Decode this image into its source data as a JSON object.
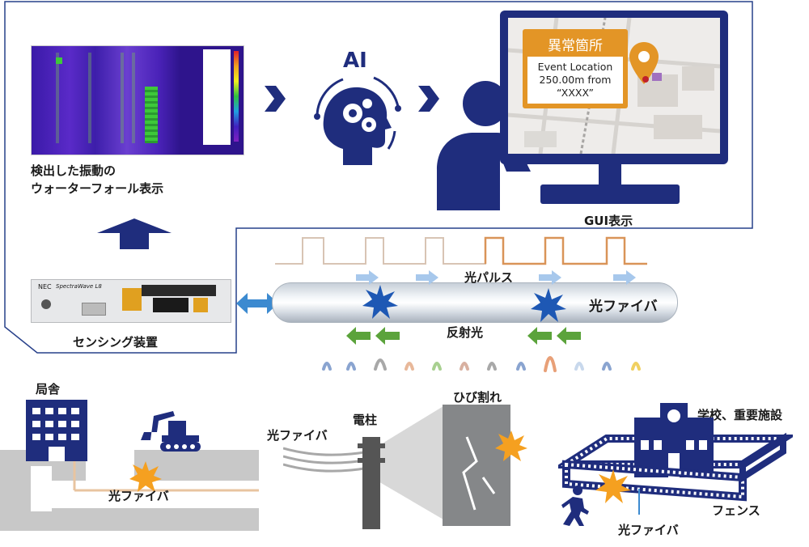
{
  "labels": {
    "waterfall": [
      "検出した振動の",
      "ウォーターフォール表示"
    ],
    "ai": "AI",
    "gui": "GUI表示",
    "sensing_device": "センシング装置",
    "optical_pulse": "光パルス",
    "optical_fiber_tube": "光ファイバ",
    "reflected_light": "反射光",
    "station": "局舎",
    "fiber_underground": "光ファイバ",
    "fiber_cable": "光ファイバ",
    "utility_pole": "電柱",
    "crack": "ひび割れ",
    "school": "学校、重要施設",
    "fence": "フェンス",
    "fiber_fence": "光ファイバ"
  },
  "callout": {
    "title": "異常箇所",
    "line1": "Event Location",
    "line2": "250.00m from",
    "line3": "“XXXX”"
  },
  "device": {
    "brand": "NEC",
    "model": "SpectraWave L8"
  },
  "colors": {
    "navy": "#1f2d7d",
    "light_blue": "#a7c8ec",
    "orange": "#e39526",
    "green": "#5ba33b",
    "burst_blue": "#1e58b4",
    "burst_orange": "#f5a020"
  }
}
